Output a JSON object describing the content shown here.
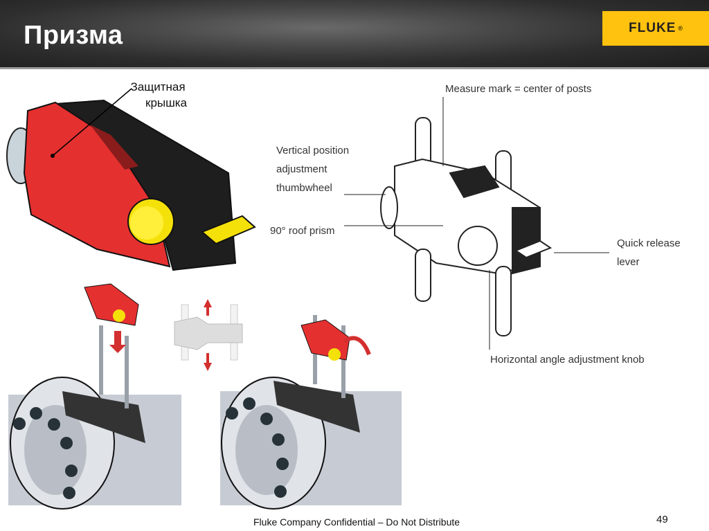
{
  "header": {
    "title": "Призма",
    "logo_text": "FLUKE",
    "logo_mark": "®",
    "logo_color": "#ffc20e"
  },
  "left_diagram": {
    "callout": [
      "Защитная",
      "крышка"
    ],
    "device_color": "#e53030",
    "knob_color": "#f5e10a"
  },
  "right_diagram": {
    "labels": {
      "measure_mark": "Measure mark = center of posts",
      "vertical_adjust": [
        "Vertical position",
        "adjustment",
        "thumbwheel"
      ],
      "roof_prism": "90° roof prism",
      "quick_release": [
        "Quick release",
        "lever"
      ],
      "horizontal_knob": "Horizontal angle adjustment knob"
    }
  },
  "footer": {
    "confidential": "Fluke Company Confidential – Do Not Distribute",
    "page_number": "49"
  }
}
